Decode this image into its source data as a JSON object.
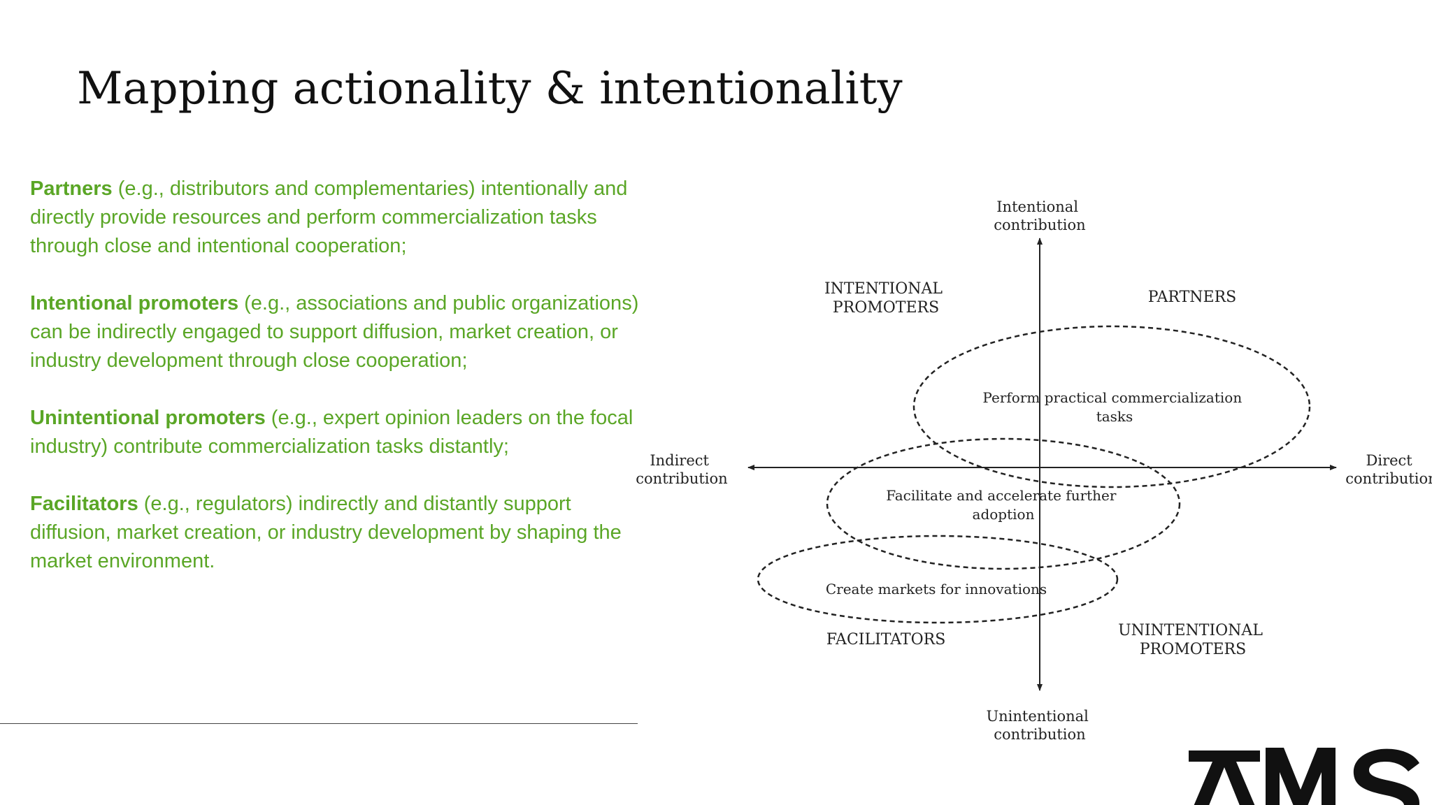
{
  "slide": {
    "title": "Mapping actionality & intentionality"
  },
  "paragraphs": [
    {
      "term": "Partners",
      "text": " (e.g., distributors and complementaries) intentionally and directly provide resources and perform commercialization tasks through close and intentional cooperation;"
    },
    {
      "term": "Intentional promoters",
      "text": " (e.g., associations and public organizations) can be indirectly engaged to support diffusion, market creation, or industry development through close cooperation;"
    },
    {
      "term": "Unintentional promoters",
      "text": " (e.g., expert opinion leaders on the focal industry) contribute commercialization tasks distantly;"
    },
    {
      "term": "Facilitators",
      "text": " (e.g., regulators) indirectly and distantly support diffusion, market creation, or industry development by shaping the market environment."
    }
  ],
  "diagram": {
    "axes": {
      "top": [
        "Intentional",
        "contribution"
      ],
      "bottom": [
        "Unintentional",
        "contribution"
      ],
      "left": [
        "Indirect",
        "contribution"
      ],
      "right": [
        "Direct",
        "contribution"
      ]
    },
    "quadrants": {
      "top_left": [
        "INTENTIONAL",
        "PROMOTERS"
      ],
      "top_right": [
        "PARTNERS"
      ],
      "bottom_left": [
        "FACILITATORS"
      ],
      "bottom_right": [
        "UNINTENTIONAL",
        "PROMOTERS"
      ]
    },
    "ellipses": [
      {
        "lines": [
          "Perform practical commercialization",
          "tasks"
        ]
      },
      {
        "lines": [
          "Facilitate and accelerate further",
          "adoption"
        ]
      },
      {
        "lines": [
          "Create markets for innovations"
        ]
      }
    ]
  },
  "logo": {
    "text": "AMS"
  },
  "colors": {
    "body_text": "#5aa626",
    "title": "#111111",
    "diagram_ink": "#222222"
  }
}
